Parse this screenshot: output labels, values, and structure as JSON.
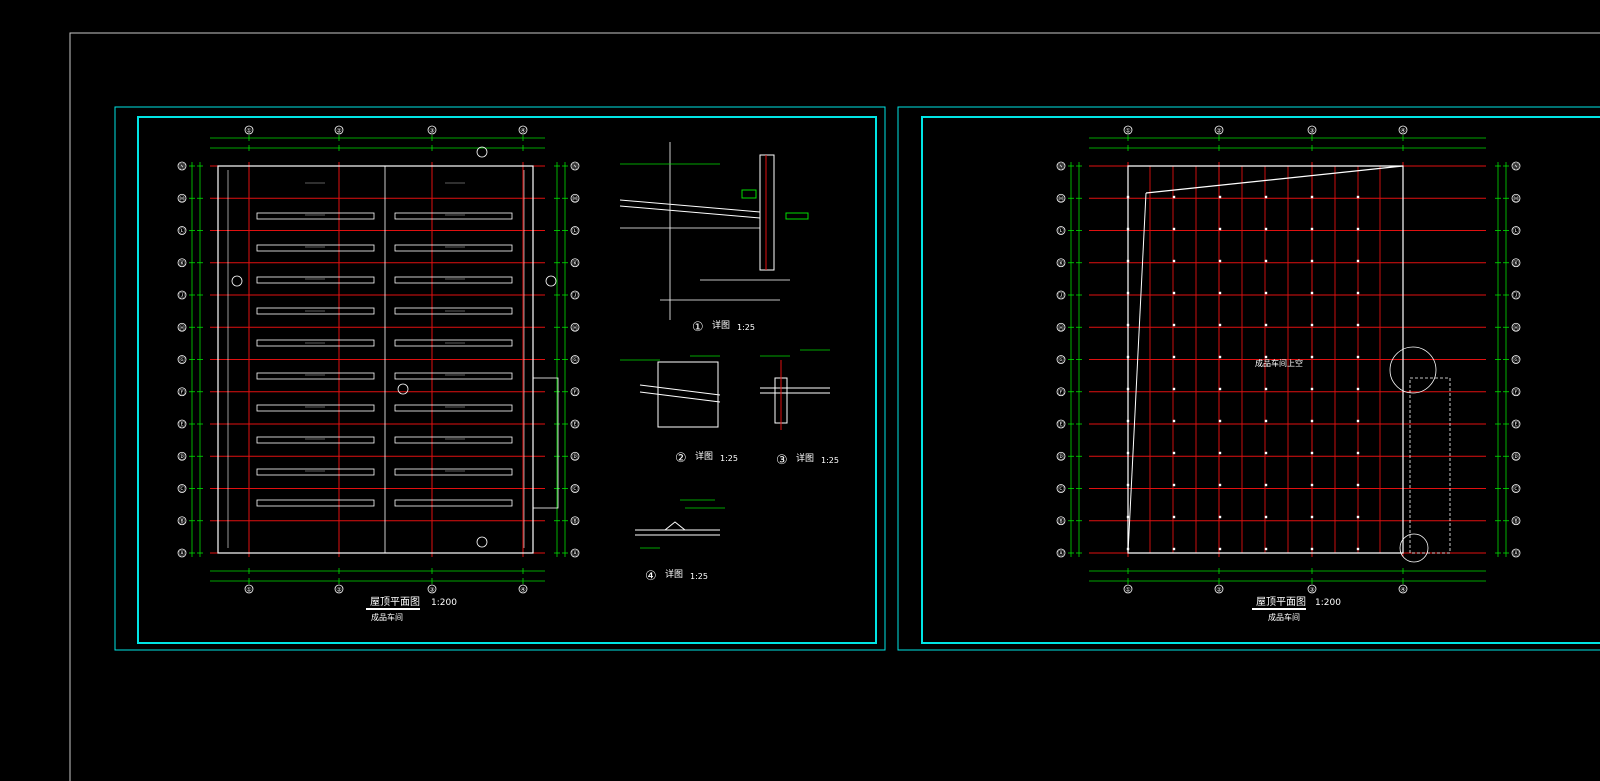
{
  "colors": {
    "background": "#000000",
    "frame": "#c8c8c8",
    "sheet_border": "#00e5e5",
    "grid_red": "#e01010",
    "green": "#00dd00",
    "white": "#ffffff"
  },
  "left_sheet": {
    "plan_title": "屋顶平面图",
    "plan_scale": "1:200",
    "plan_subtitle": "成品车间",
    "col_axes": [
      "①",
      "②",
      "③",
      "④"
    ],
    "row_axes": [
      "Ⓐ",
      "Ⓑ",
      "Ⓒ",
      "Ⓓ",
      "Ⓔ",
      "Ⓕ",
      "Ⓖ",
      "Ⓗ",
      "Ⓙ",
      "Ⓚ",
      "Ⓛ",
      "Ⓜ",
      "Ⓝ"
    ],
    "details": [
      {
        "num": "①",
        "label": "详图",
        "scale": "1:25"
      },
      {
        "num": "②",
        "label": "详图",
        "scale": "1:25"
      },
      {
        "num": "③",
        "label": "详图",
        "scale": "1:25"
      },
      {
        "num": "④",
        "label": "详图",
        "scale": "1:25"
      }
    ]
  },
  "right_sheet": {
    "plan_title": "屋顶平面图",
    "plan_scale": "1:200",
    "plan_subtitle": "成品车间",
    "center_label": "成品车间上空",
    "col_axes": [
      "①",
      "②",
      "③",
      "④"
    ],
    "row_axes": [
      "Ⓐ",
      "Ⓑ",
      "Ⓒ",
      "Ⓓ",
      "Ⓔ",
      "Ⓕ",
      "Ⓖ",
      "Ⓗ",
      "Ⓙ",
      "Ⓚ",
      "Ⓛ",
      "Ⓜ",
      "Ⓝ"
    ]
  }
}
